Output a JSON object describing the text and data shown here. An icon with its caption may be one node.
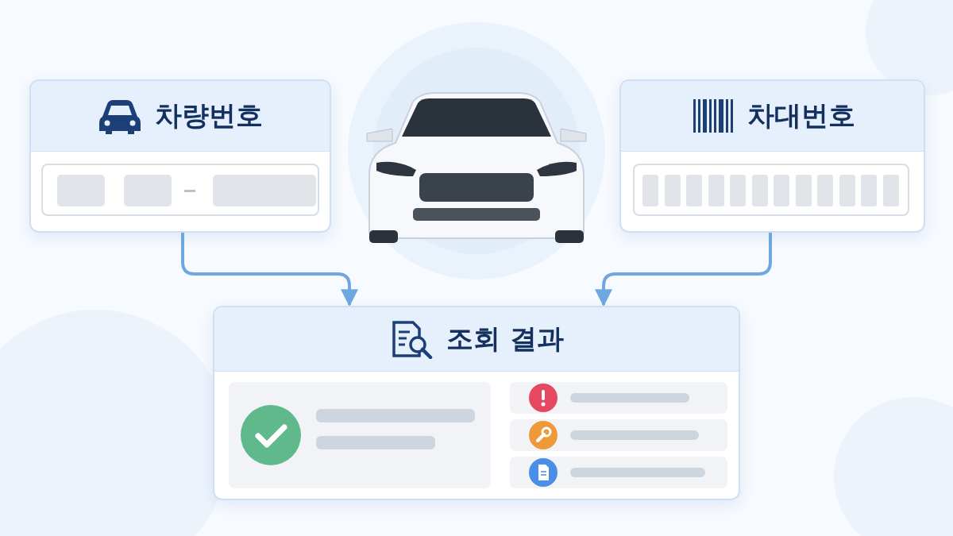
{
  "diagram": {
    "nodes": [
      {
        "text": [
          "차량번호"
        ]
      },
      {
        "text": [
          "차대번호"
        ]
      },
      {
        "text": [
          "조회 결과"
        ]
      }
    ],
    "edges": [
      {
        "from": 0,
        "to": 2,
        "arrow": "to"
      },
      {
        "from": 1,
        "to": 2,
        "arrow": "to"
      }
    ]
  }
}
